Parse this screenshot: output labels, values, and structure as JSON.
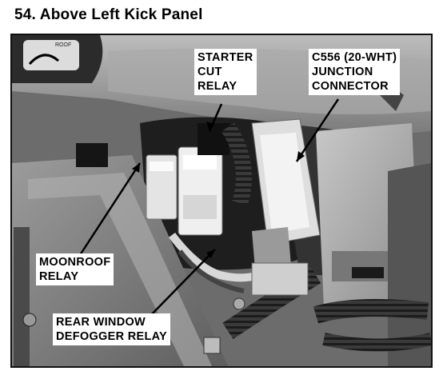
{
  "figure": {
    "title": "54.  Above Left Kick Panel"
  },
  "photo_inset": {
    "button_text": "ROOF"
  },
  "callouts": {
    "starter_cut_relay": [
      "STARTER",
      "CUT",
      "RELAY"
    ],
    "c556_connector": [
      "C556 (20-WHT)",
      "JUNCTION",
      "CONNECTOR"
    ],
    "moonroof_relay": [
      "MOONROOF",
      "RELAY"
    ],
    "rear_window_defogger_relay": [
      "REAR WINDOW",
      "DEFOGGER RELAY"
    ]
  }
}
